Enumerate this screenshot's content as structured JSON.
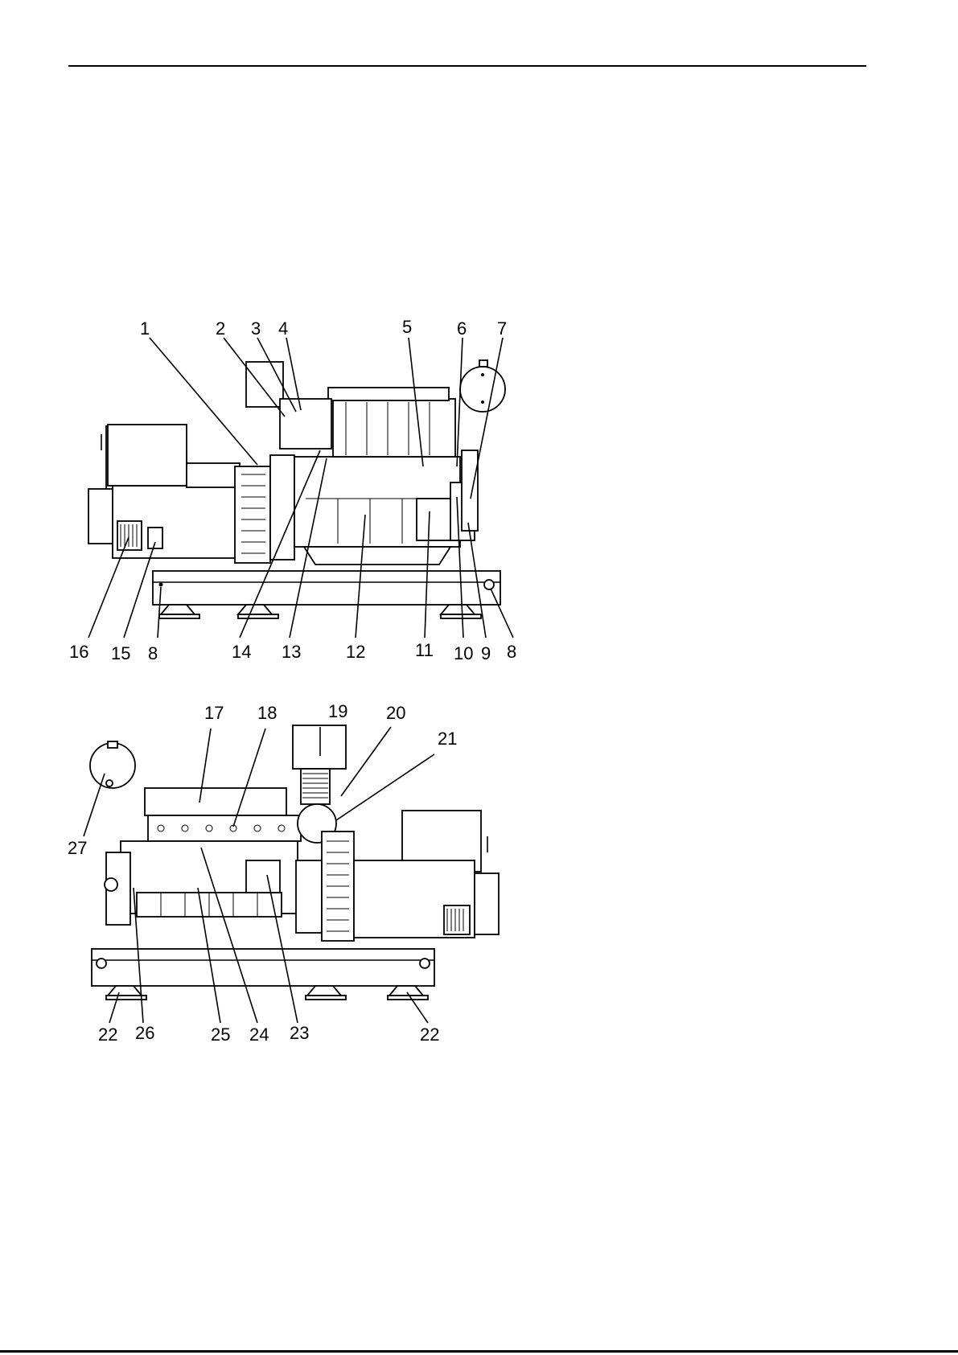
{
  "figure_top": {
    "callouts": [
      "1",
      "2",
      "3",
      "4",
      "5",
      "6",
      "7",
      "16",
      "15",
      "8",
      "14",
      "13",
      "12",
      "11",
      "10",
      "9",
      "8"
    ]
  },
  "figure_bottom": {
    "callouts": [
      "17",
      "18",
      "19",
      "20",
      "21",
      "27",
      "22",
      "26",
      "25",
      "24",
      "23",
      "22"
    ]
  }
}
